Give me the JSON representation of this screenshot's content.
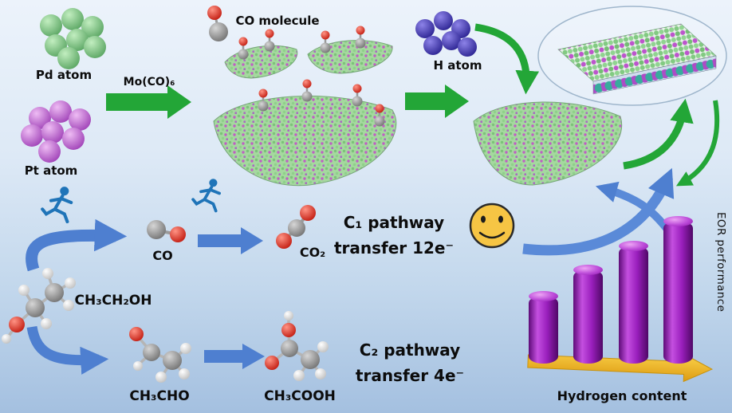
{
  "top": {
    "pd_label": "Pd atom",
    "pt_label": "Pt atom",
    "mo_label": "Mo(CO)₆",
    "co_molecule_label": "CO molecule",
    "h_label": "H atom"
  },
  "mid": {
    "co_label": "CO",
    "co2_label": "CO₂",
    "c1_line1": "C₁ pathway",
    "c1_line2": "transfer 12e⁻"
  },
  "bottom": {
    "ethanol_label": "CH₃CH₂OH",
    "ch3cho_label": "CH₃CHO",
    "ch3cooh_label": "CH₃COOH",
    "c2_line1": "C₂ pathway",
    "c2_line2": "transfer 4e⁻"
  },
  "chart_data": {
    "type": "bar",
    "title": "",
    "xlabel": "Hydrogen content",
    "ylabel": "EOR performance",
    "values": [
      0.46,
      0.64,
      0.8,
      0.97
    ],
    "bar_count": 4,
    "bar_color": "#9a1fbd",
    "axis_arrow_color": "#f0b81e",
    "legend": "none",
    "grid": "off"
  },
  "colors": {
    "pd_atom": "#7fcf87",
    "pt_atom": "#cb79de",
    "h_atom": "#4038b0",
    "green_arrow": "#23a637",
    "blue_arrow": "#4e7fd0",
    "smiley": "#f6c544",
    "oxygen": "#d42015",
    "carbon": "#8a8a8a",
    "hydrogen": "#f2f2f2",
    "nanosheet": "#a5d89f"
  }
}
